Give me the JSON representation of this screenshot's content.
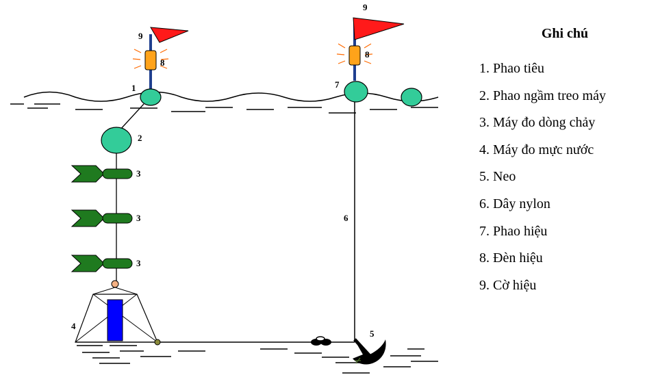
{
  "diagram": {
    "labels": {
      "n1": "1",
      "n2": "2",
      "n3a": "3",
      "n3b": "3",
      "n3c": "3",
      "n4": "4",
      "n5": "5",
      "n6": "6",
      "n7": "7",
      "n8a": "8",
      "n8b": "8",
      "n9a": "9",
      "n9b": "9"
    },
    "colors": {
      "float": "#33cc99",
      "sensor": "#1f7a1f",
      "flag": "#ff1a1a",
      "light": "#ffa31a",
      "gauge": "#0000ff",
      "anchor": "#000000",
      "pole": "#1f3f8f"
    }
  },
  "legend": {
    "title": "Ghi chú",
    "items": [
      "1. Phao tiêu",
      "2. Phao ngầm treo máy",
      "3. Máy đo dòng chảy",
      "4. Máy đo mực nước",
      "5. Neo",
      "6. Dây nylon",
      "7. Phao hiệu",
      "8. Đèn hiệu",
      "9. Cờ hiệu"
    ]
  }
}
